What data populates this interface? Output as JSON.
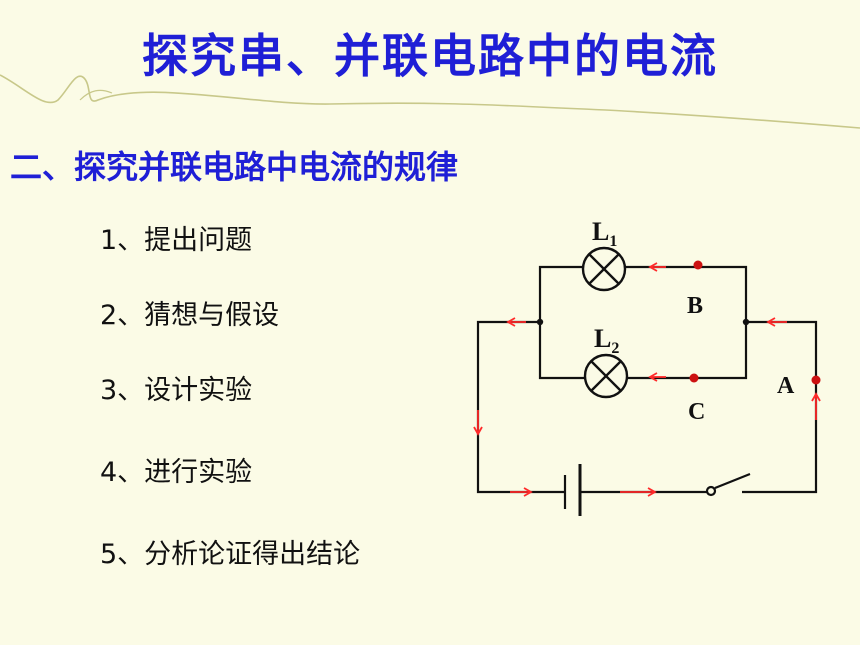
{
  "title": "探究串、并联电路中的电流",
  "subtitle": "二、探究并联电路中电流的规律",
  "steps": [
    "1、提出问题",
    "2、猜想与假设",
    "3、设计实验",
    "4、进行实验",
    "5、分析论证得出结论"
  ],
  "circuit": {
    "lamp1": {
      "label": "L",
      "sub": "1"
    },
    "lamp2": {
      "label": "L",
      "sub": "2"
    },
    "points": {
      "a": "A",
      "b": "B",
      "c": "C"
    }
  },
  "colors": {
    "title": "#1f1fd6",
    "background": "#fbfbe6",
    "decoration": "#c8c88a",
    "wire": "#111111",
    "arrow": "#ff2a2a",
    "point": "#cc1111"
  }
}
